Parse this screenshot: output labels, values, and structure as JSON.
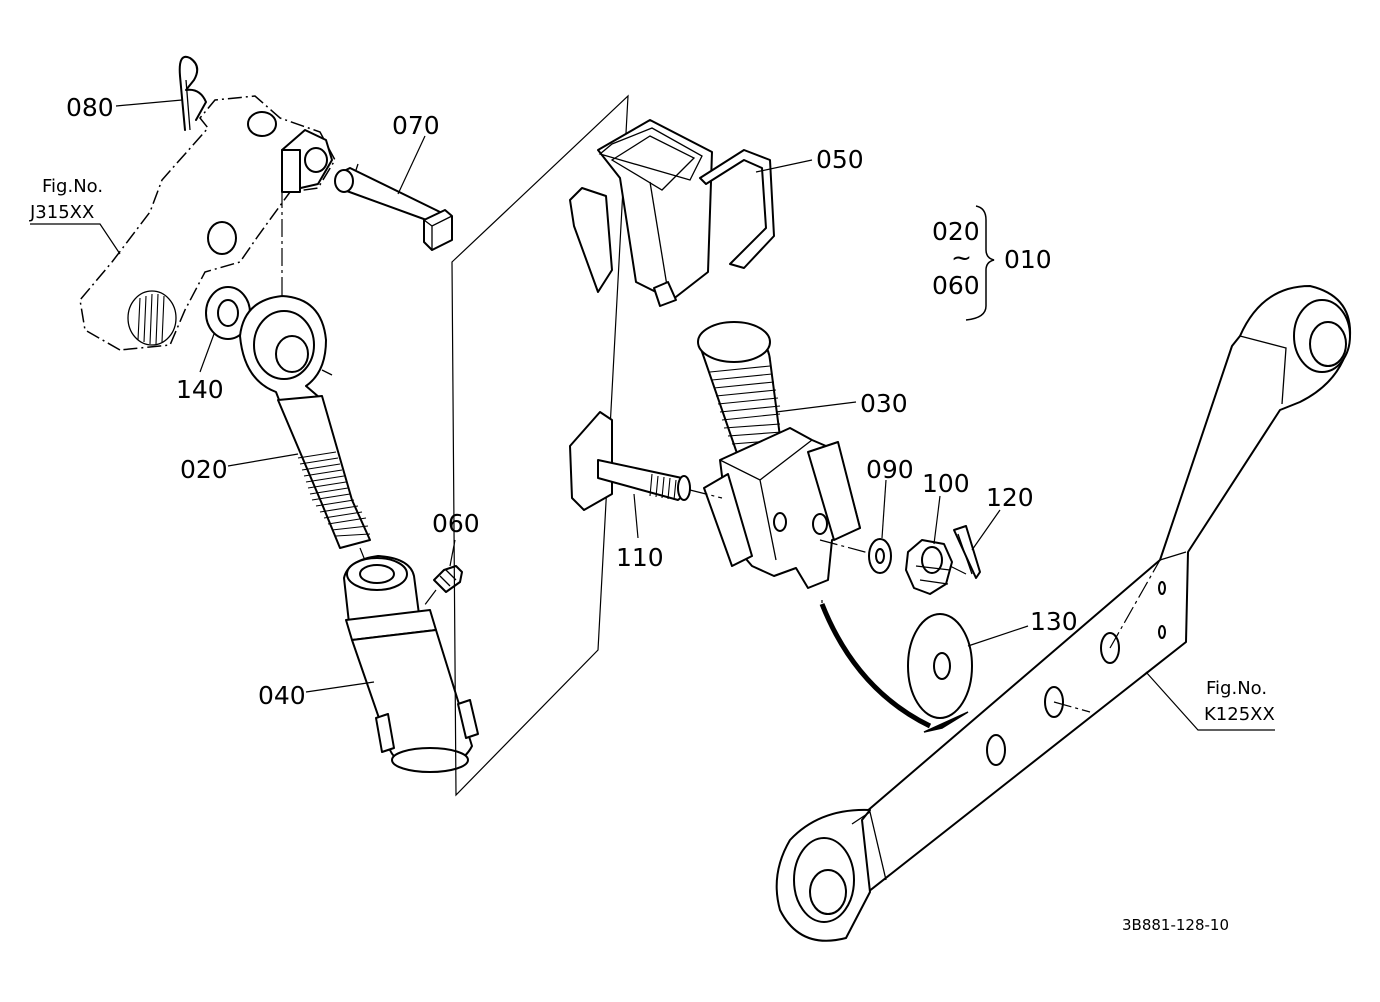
{
  "diagram": {
    "drawing_code": "3B881-128-10",
    "bracket": {
      "from": "020",
      "tilde": "~",
      "to": "060",
      "assembly": "010"
    },
    "references": [
      {
        "caption": "Fig.No.",
        "code": "J315XX"
      },
      {
        "caption": "Fig.No.",
        "code": "K125XX"
      }
    ],
    "parts": [
      {
        "number": "020"
      },
      {
        "number": "030"
      },
      {
        "number": "040"
      },
      {
        "number": "050"
      },
      {
        "number": "060"
      },
      {
        "number": "070"
      },
      {
        "number": "080"
      },
      {
        "number": "090"
      },
      {
        "number": "100"
      },
      {
        "number": "110"
      },
      {
        "number": "120"
      },
      {
        "number": "130"
      },
      {
        "number": "140"
      }
    ],
    "colors": {
      "line": "#000000",
      "background": "#ffffff"
    }
  }
}
